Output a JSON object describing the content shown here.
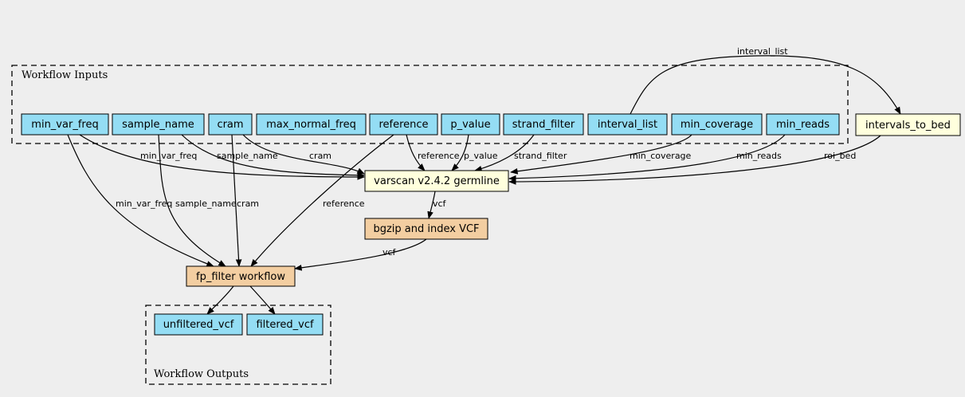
{
  "clusters": {
    "inputs": {
      "label": "Workflow Inputs"
    },
    "outputs": {
      "label": "Workflow Outputs"
    }
  },
  "nodes": {
    "min_var_freq": {
      "label": "min_var_freq",
      "kind": "input"
    },
    "sample_name": {
      "label": "sample_name",
      "kind": "input"
    },
    "cram": {
      "label": "cram",
      "kind": "input"
    },
    "max_normal_freq": {
      "label": "max_normal_freq",
      "kind": "input"
    },
    "reference": {
      "label": "reference",
      "kind": "input"
    },
    "p_value": {
      "label": "p_value",
      "kind": "input"
    },
    "strand_filter": {
      "label": "strand_filter",
      "kind": "input"
    },
    "interval_list": {
      "label": "interval_list",
      "kind": "input"
    },
    "min_coverage": {
      "label": "min_coverage",
      "kind": "input"
    },
    "min_reads": {
      "label": "min_reads",
      "kind": "input"
    },
    "intervals_to_bed": {
      "label": "intervals_to_bed",
      "kind": "tool"
    },
    "varscan": {
      "label": "varscan v2.4.2 germline",
      "kind": "tool"
    },
    "bgzip": {
      "label": "bgzip and index VCF",
      "kind": "subworkflow"
    },
    "fp_filter": {
      "label": "fp_filter workflow",
      "kind": "subworkflow"
    },
    "unfiltered_vcf": {
      "label": "unfiltered_vcf",
      "kind": "output"
    },
    "filtered_vcf": {
      "label": "filtered_vcf",
      "kind": "output"
    }
  },
  "edge_labels": {
    "interval_list": "interval_list",
    "min_var_freq_varscan": "min_var_freq",
    "sample_name_varscan": "sample_name",
    "cram_varscan": "cram",
    "reference_varscan": "reference",
    "p_value": "p_value",
    "strand_filter": "strand_filter",
    "min_coverage": "min_coverage",
    "min_reads": "min_reads",
    "roi_bed": "roi_bed",
    "vcf_varscan": "vcf",
    "min_var_freq_fp": "min_var_freq",
    "sample_name_fp": "sample_name",
    "cram_fp": "cram",
    "reference_fp": "reference",
    "vcf_bgzip": "vcf"
  },
  "colors": {
    "background": "#eeeeee",
    "input": "#94ddf4",
    "tool": "#ffffdd",
    "subworkflow": "#f3cea1",
    "output": "#94ddf4"
  }
}
